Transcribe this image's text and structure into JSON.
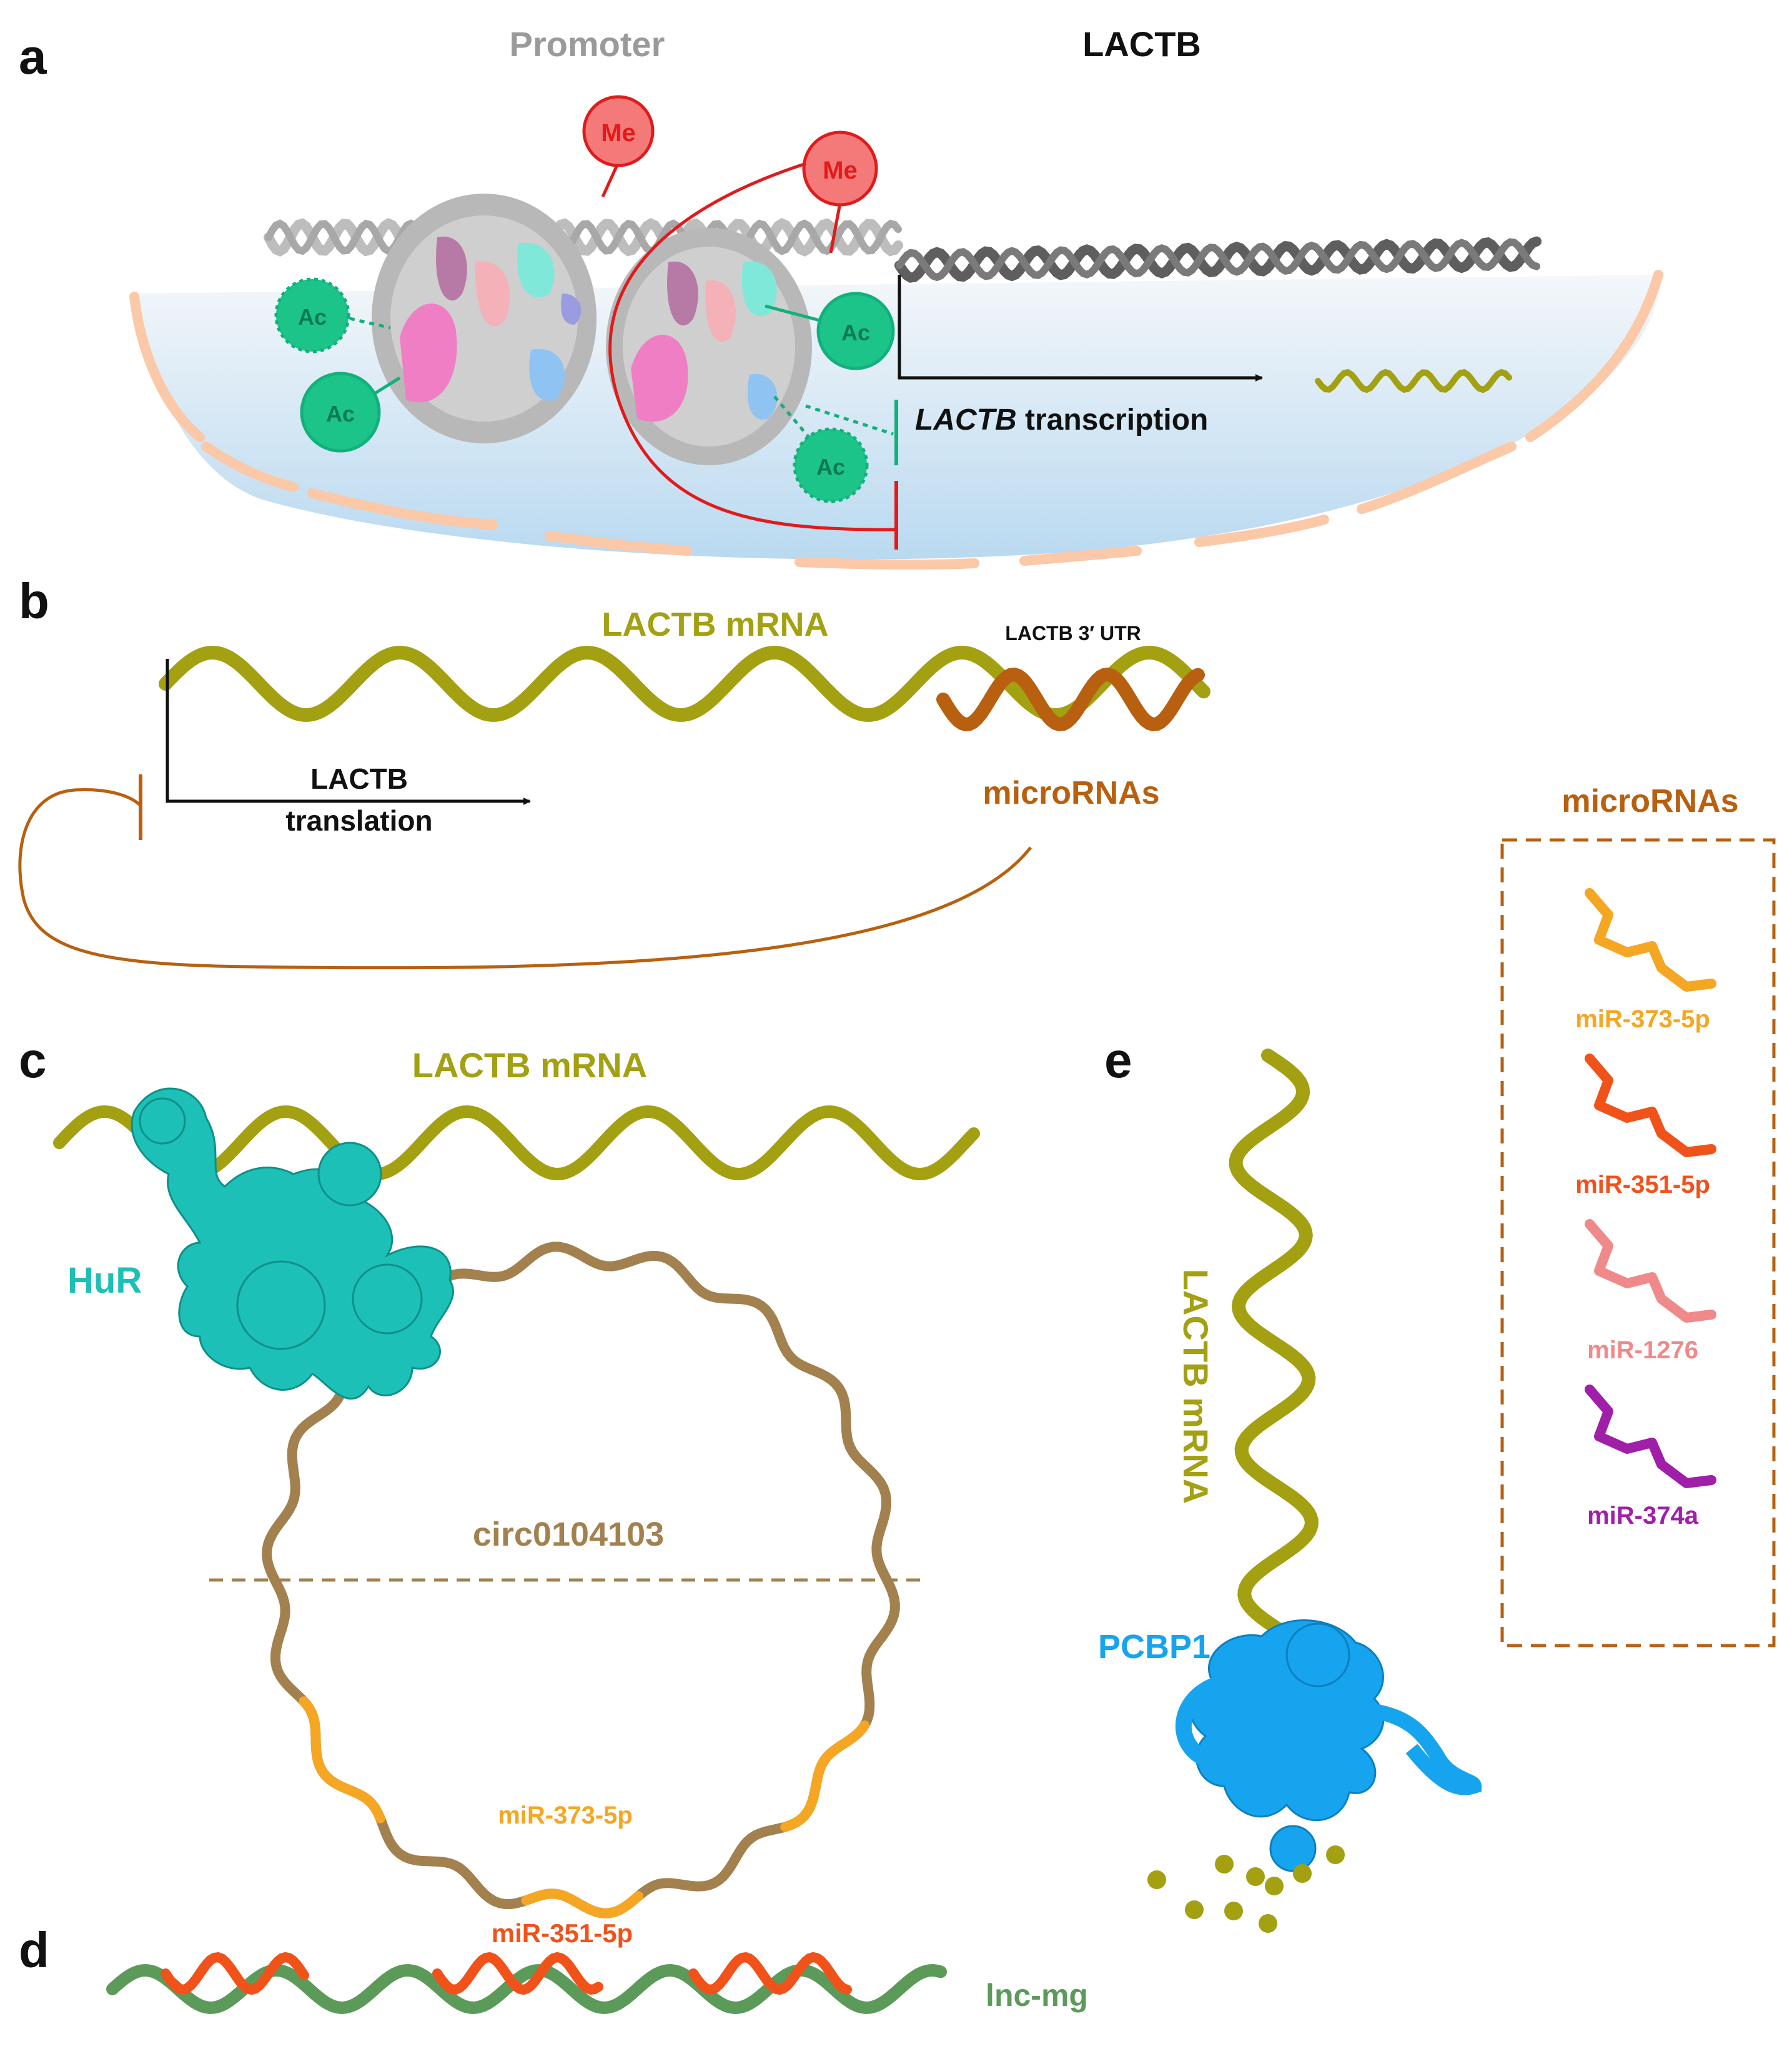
{
  "panels": {
    "a": {
      "label": "a",
      "promoter_label": "Promoter",
      "gene_label": "LACTB",
      "transcription_label_italic": "LACTB",
      "transcription_label_rest": " transcription",
      "methyl_mark": "Me",
      "acetyl_mark": "Ac"
    },
    "b": {
      "label": "b",
      "mrna_label": "LACTB mRNA",
      "utr_label": "LACTB 3′ UTR",
      "translation_line1": "LACTB",
      "translation_line2": "translation",
      "micro_label": "microRNAs"
    },
    "c": {
      "label": "c",
      "mrna_label": "LACTB mRNA",
      "protein_label": "HuR",
      "circ_label": "circ0104103",
      "mir_label": "miR-373-5p"
    },
    "d": {
      "label": "d",
      "mir_label": "miR-351-5p",
      "lnc_label": "lnc-mg"
    },
    "e": {
      "label": "e",
      "mrna_label": "LACTB mRNA",
      "protein_label": "PCBP1"
    },
    "legend": {
      "title": "microRNAs",
      "items": [
        {
          "label": "miR-373-5p",
          "color": "#f5a623"
        },
        {
          "label": "miR-351-5p",
          "color": "#f0521a"
        },
        {
          "label": "miR-1276",
          "color": "#f08a8a"
        },
        {
          "label": "miR-374a",
          "color": "#a01fa8"
        }
      ]
    }
  },
  "colors": {
    "mrna": "#a3a012",
    "micro_brown": "#b8600f",
    "inhibit_red": "#e01b1b",
    "acetyl_green": "#12b07a",
    "circ": "#a2814f",
    "hur": "#1cc0b6",
    "pcbp1": "#17a4ee",
    "lnc": "#5c9a5a",
    "nucleus_top": "#f4f7fa",
    "nucleus_bottom": "#b9d9f0",
    "envelope": "#fbc8a8"
  }
}
